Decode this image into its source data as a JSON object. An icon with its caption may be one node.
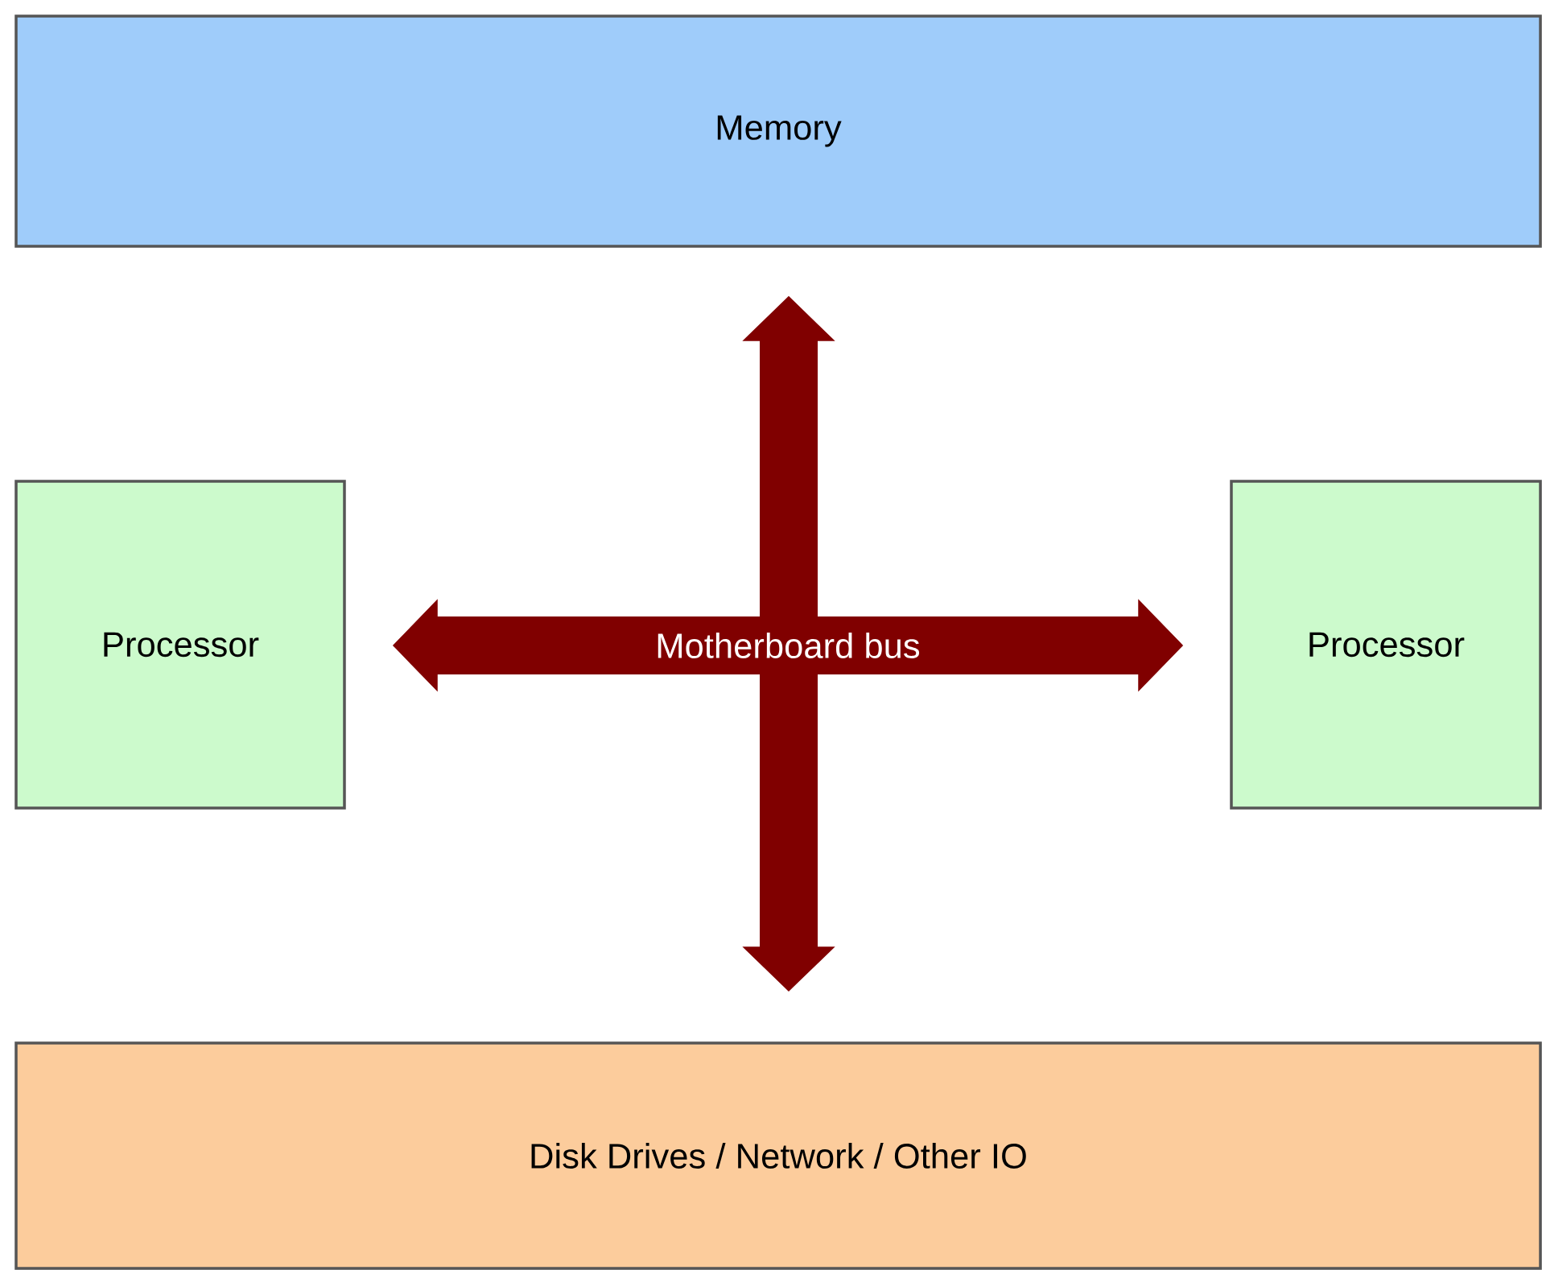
{
  "diagram": {
    "nodes": [
      {
        "text": [
          "Memory"
        ]
      },
      {
        "text": [
          "Processor"
        ]
      },
      {
        "text": [
          "Processor"
        ]
      },
      {
        "text": [
          "Disk Drives / Network / Other IO"
        ]
      }
    ],
    "edges": [
      {
        "from": 1,
        "to": 2,
        "arrow": "both",
        "label": "Motherboard bus"
      },
      {
        "from": 0,
        "to": 3,
        "arrow": "both"
      }
    ]
  }
}
